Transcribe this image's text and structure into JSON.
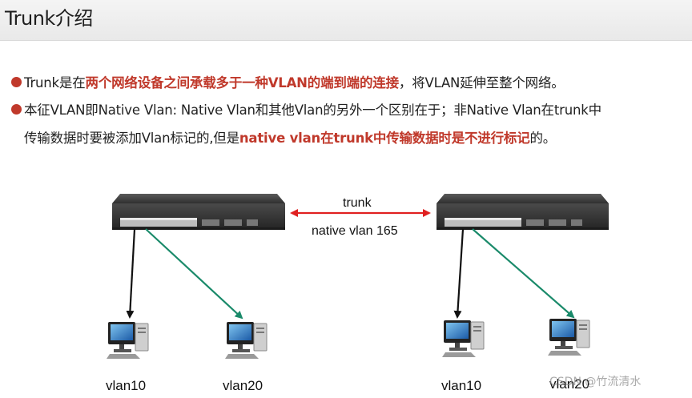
{
  "header": {
    "title": "Trunk介绍"
  },
  "bullets": [
    {
      "lines": [
        [
          {
            "text": "Trunk是在",
            "hl": false
          },
          {
            "text": "两个网络设备之间承载多于一种VLAN的端到端的连接",
            "hl": true
          },
          {
            "text": "，将VLAN延伸至整个网络。",
            "hl": false
          }
        ]
      ]
    },
    {
      "lines": [
        [
          {
            "text": "本征VLAN即Native Vlan: Native Vlan和其他Vlan的另外一个区别在于；非Native Vlan在trunk中",
            "hl": false
          }
        ],
        [
          {
            "text": "传输数据时要被添加Vlan标记的,但是",
            "hl": false
          },
          {
            "text": "native vlan在trunk中传输数据时是不进行标记",
            "hl": true
          },
          {
            "text": "的。",
            "hl": false
          }
        ]
      ]
    }
  ],
  "diagram": {
    "link_top_label": "trunk",
    "link_bottom_label": "native vlan 165",
    "hosts": [
      "vlan10",
      "vlan20",
      "vlan10",
      "vlan20"
    ]
  },
  "watermark": "CSDN @竹流清水",
  "colors": {
    "highlight": "#c0392b",
    "trunk_link": "#e02020",
    "access_vlan10": "#111111",
    "access_vlan20": "#1a8a6a"
  }
}
